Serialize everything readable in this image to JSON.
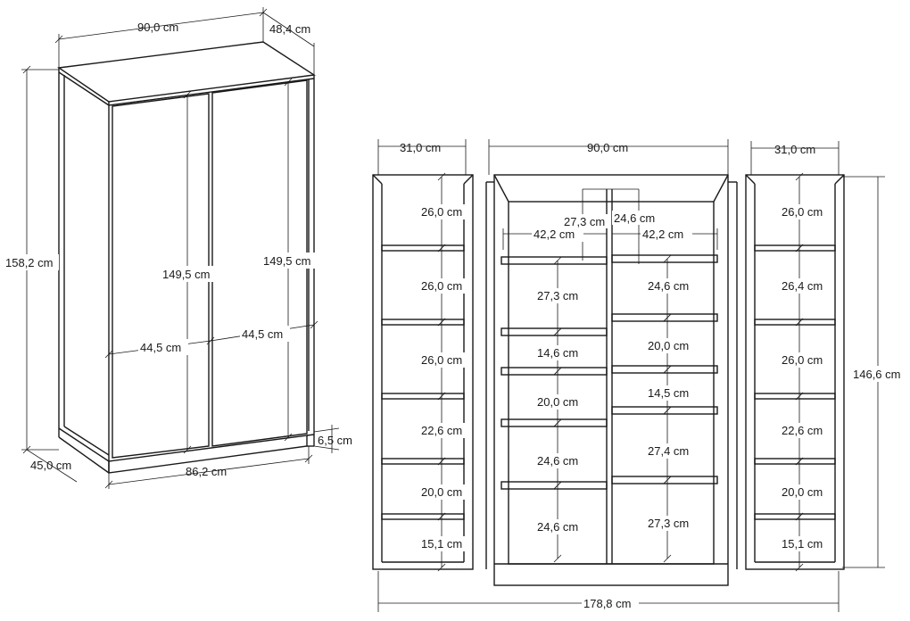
{
  "diagram": {
    "closed_view": {
      "width_top": "90,0 cm",
      "depth_top": "48,4 cm",
      "height_total": "158,2 cm",
      "door_height_left": "149,5 cm",
      "door_height_right": "149,5 cm",
      "door_width_left": "44,5 cm",
      "door_width_right": "44,5 cm",
      "depth_base": "45,0 cm",
      "width_base": "86,2 cm",
      "plinth_height": "6,5 cm"
    },
    "open_view": {
      "left_side_width": "31,0 cm",
      "center_width": "90,0 cm",
      "right_side_width": "31,0 cm",
      "total_width": "178,8 cm",
      "total_height": "146,6 cm",
      "left_door_shelves": [
        "26,0 cm",
        "26,0 cm",
        "26,0 cm",
        "22,6 cm",
        "20,0 cm",
        "15,1 cm"
      ],
      "right_door_shelves": [
        "26,0 cm",
        "26,4 cm",
        "26,0 cm",
        "22,6 cm",
        "20,0 cm",
        "15,1 cm"
      ],
      "center_top_left": "27,3 cm",
      "center_top_right": "24,6 cm",
      "center_comp_width_left": "42,2 cm",
      "center_comp_width_right": "42,2 cm",
      "center_left_shelves": [
        "27,3 cm",
        "14,6 cm",
        "20,0 cm",
        "24,6 cm",
        "24,6 cm"
      ],
      "center_right_shelves": [
        "24,6 cm",
        "20,0 cm",
        "14,5 cm",
        "27,4 cm",
        "27,3 cm"
      ]
    }
  }
}
